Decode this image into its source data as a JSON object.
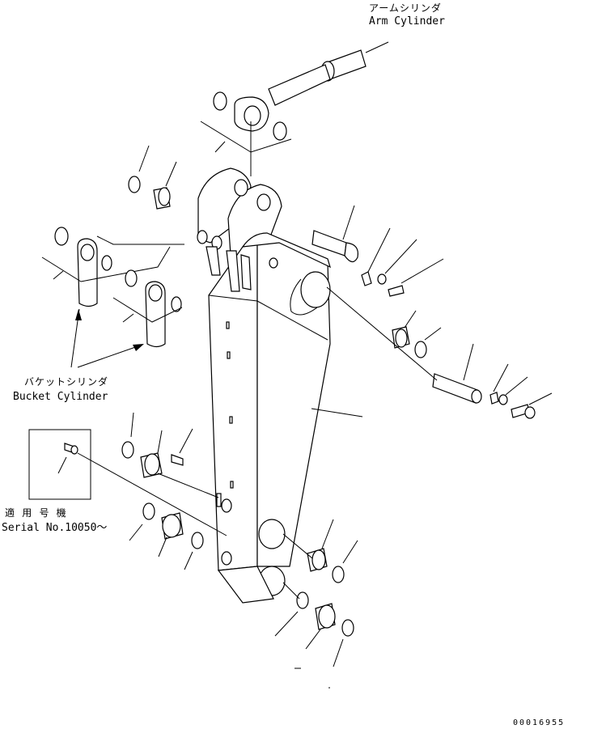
{
  "labels": {
    "arm_cylinder_jp": "アームシリンダ",
    "arm_cylinder_en": "Arm Cylinder",
    "bucket_cylinder_jp": "バケットシリンダ",
    "bucket_cylinder_en": "Bucket Cylinder",
    "serial_jp": "適 用 号 機",
    "serial_en": "Serial No.10050～",
    "drawing_code": "00016955"
  }
}
